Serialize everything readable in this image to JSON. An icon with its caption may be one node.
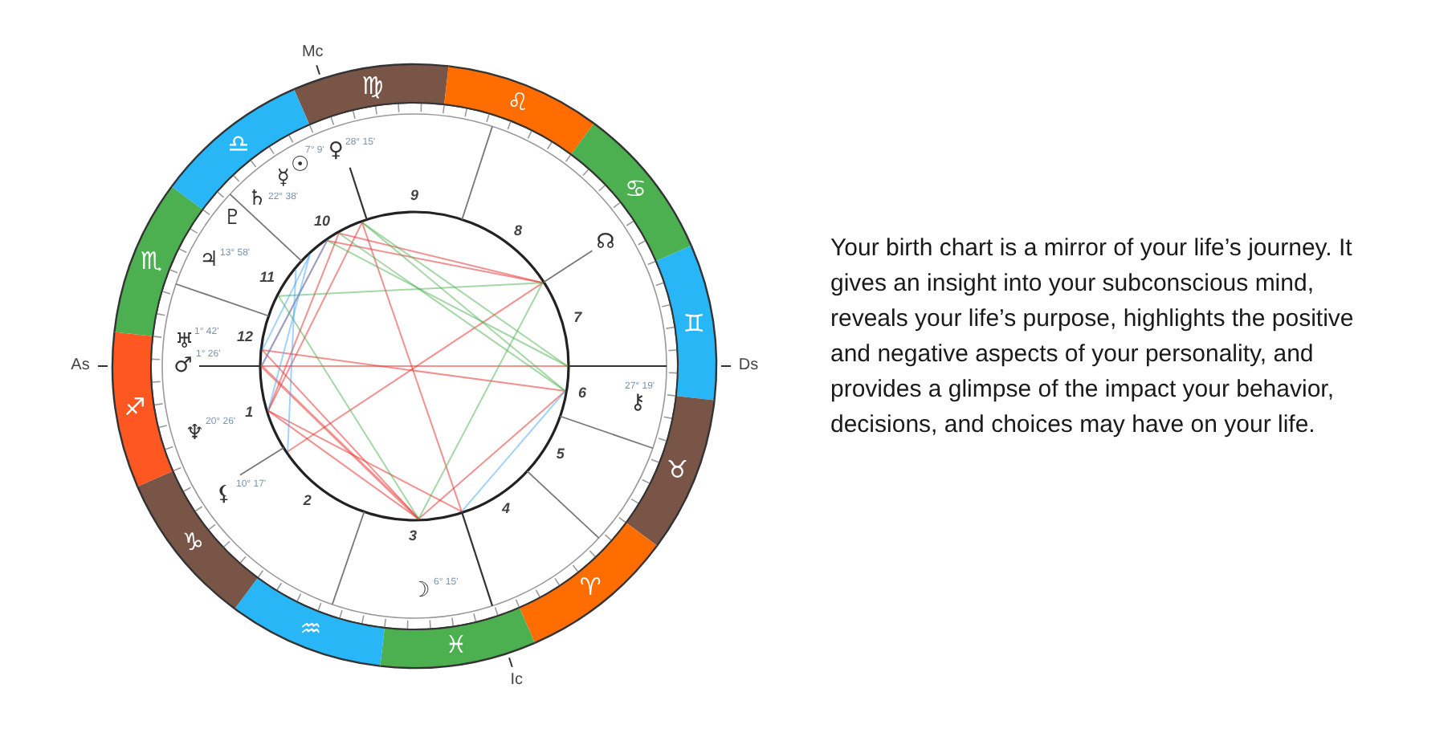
{
  "diagram": {
    "nodes": [
      {
        "text": [
          "♍"
        ]
      },
      {
        "text": [
          "♌"
        ]
      },
      {
        "text": [
          "♋"
        ]
      },
      {
        "text": [
          "♊"
        ]
      },
      {
        "text": [
          "♉"
        ]
      },
      {
        "text": [
          "♈"
        ]
      },
      {
        "text": [
          "♓"
        ]
      },
      {
        "text": [
          "♒"
        ]
      },
      {
        "text": [
          "♑"
        ]
      },
      {
        "text": [
          "♐"
        ]
      },
      {
        "text": [
          "♏"
        ]
      },
      {
        "text": [
          "♎"
        ]
      }
    ],
    "labels": [
      "Mc",
      "28° 15'",
      "7° 9'",
      "♀",
      "☉",
      "☿",
      "22° 38'",
      "♄",
      "9",
      "♇",
      "10",
      "8",
      "☊",
      "13° 58'",
      "♃",
      "11",
      "7",
      "1° 42'",
      "12",
      "♅",
      "As",
      "♂",
      "1° 26'",
      "Ds",
      "6",
      "27° 19'",
      "⚷",
      "1",
      "♆",
      "20° 26'",
      "5",
      "⚸",
      "10° 17'",
      "2",
      "4",
      "3",
      "☽",
      "6° 15'",
      "Ic",
      "Your birth chart is a mirror of your life’s journey. It gives an insight into your subconscious mind, reveals your life’s purpose, highlights the positive and negative aspects of your personality, and provides a glimpse of the impact your behavior, decisions, and choices may have on your life."
    ]
  }
}
